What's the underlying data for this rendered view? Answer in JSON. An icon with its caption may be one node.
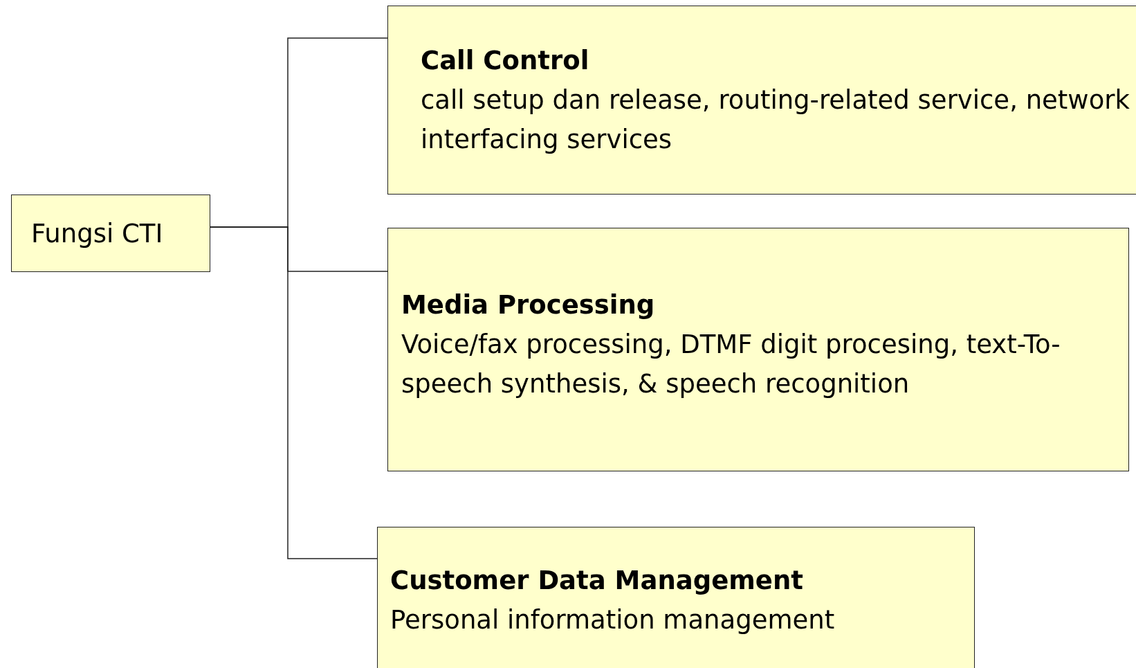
{
  "diagram": {
    "nodes": [
      {
        "text": [
          "Fungsi CTI"
        ]
      },
      {
        "text": [
          "Call Control",
          "call setup dan release, routing-related service, network interfacing services"
        ]
      },
      {
        "text": [
          "Media Processing",
          "Voice/fax processing, DTMF digit procesing, text-To-speech synthesis, & speech recognition"
        ]
      },
      {
        "text": [
          "Customer Data Management",
          "Personal information management"
        ]
      }
    ],
    "edges": [
      {
        "from": 0,
        "to": 1,
        "arrow": "none"
      },
      {
        "from": 0,
        "to": 2,
        "arrow": "none"
      },
      {
        "from": 0,
        "to": 3,
        "arrow": "none"
      }
    ]
  }
}
